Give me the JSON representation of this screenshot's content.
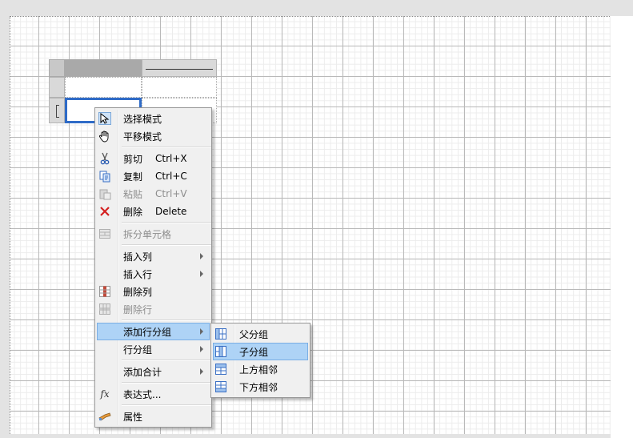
{
  "menu": {
    "items": [
      {
        "label": "选择模式",
        "icon": "pointer-icon"
      },
      {
        "label": "平移模式",
        "icon": "hand-icon"
      },
      {
        "label": "剪切",
        "shortcut": "Ctrl+X",
        "icon": "scissors-icon"
      },
      {
        "label": "复制",
        "shortcut": "Ctrl+C",
        "icon": "copy-icon"
      },
      {
        "label": "粘贴",
        "shortcut": "Ctrl+V",
        "icon": "paste-icon",
        "disabled": true
      },
      {
        "label": "删除",
        "shortcut": "Delete",
        "icon": "delete-icon"
      },
      {
        "label": "拆分单元格",
        "icon": "split-cell-icon",
        "disabled": true
      },
      {
        "label": "插入列",
        "submenu": true
      },
      {
        "label": "插入行",
        "submenu": true
      },
      {
        "label": "删除列",
        "icon": "delete-column-icon"
      },
      {
        "label": "删除行",
        "icon": "delete-row-icon",
        "disabled": true
      },
      {
        "label": "添加行分组",
        "submenu": true,
        "highlighted": true
      },
      {
        "label": "行分组",
        "submenu": true
      },
      {
        "label": "添加合计",
        "submenu": true
      },
      {
        "label": "表达式...",
        "icon": "fx-icon"
      },
      {
        "label": "属性",
        "icon": "properties-icon"
      }
    ]
  },
  "submenu": {
    "items": [
      {
        "label": "父分组",
        "icon": "parent-group-icon"
      },
      {
        "label": "子分组",
        "icon": "child-group-icon",
        "highlighted": true
      },
      {
        "label": "上方相邻",
        "icon": "adjacent-above-icon"
      },
      {
        "label": "下方相邻",
        "icon": "adjacent-below-icon"
      }
    ]
  },
  "colors": {
    "highlight": "#a6cff6",
    "selection_border": "#2f6bc7",
    "delete_icon": "#d42020"
  }
}
